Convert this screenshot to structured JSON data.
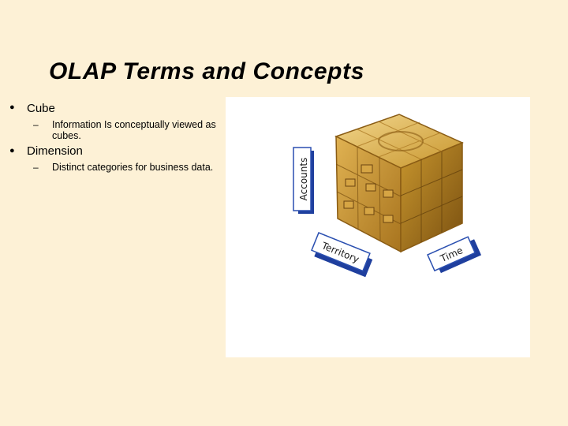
{
  "slide": {
    "title": "OLAP Terms and Concepts",
    "bullets": [
      {
        "text": "Cube",
        "sub": "Information Is conceptually viewed as cubes."
      },
      {
        "text": "Dimension",
        "sub": "Distinct categories for business data."
      }
    ],
    "bullet_symbol": "●",
    "dash_symbol": "–"
  },
  "cube_image": {
    "labels": {
      "vertical_axis": "Accounts",
      "left_axis": "Territory",
      "right_axis": "Time"
    },
    "colors": {
      "cube_gold": "#c8962e",
      "cube_dark": "#8a5c14",
      "label_blue": "#2a4fb0",
      "shadow_blue": "#1f3f9e"
    }
  }
}
